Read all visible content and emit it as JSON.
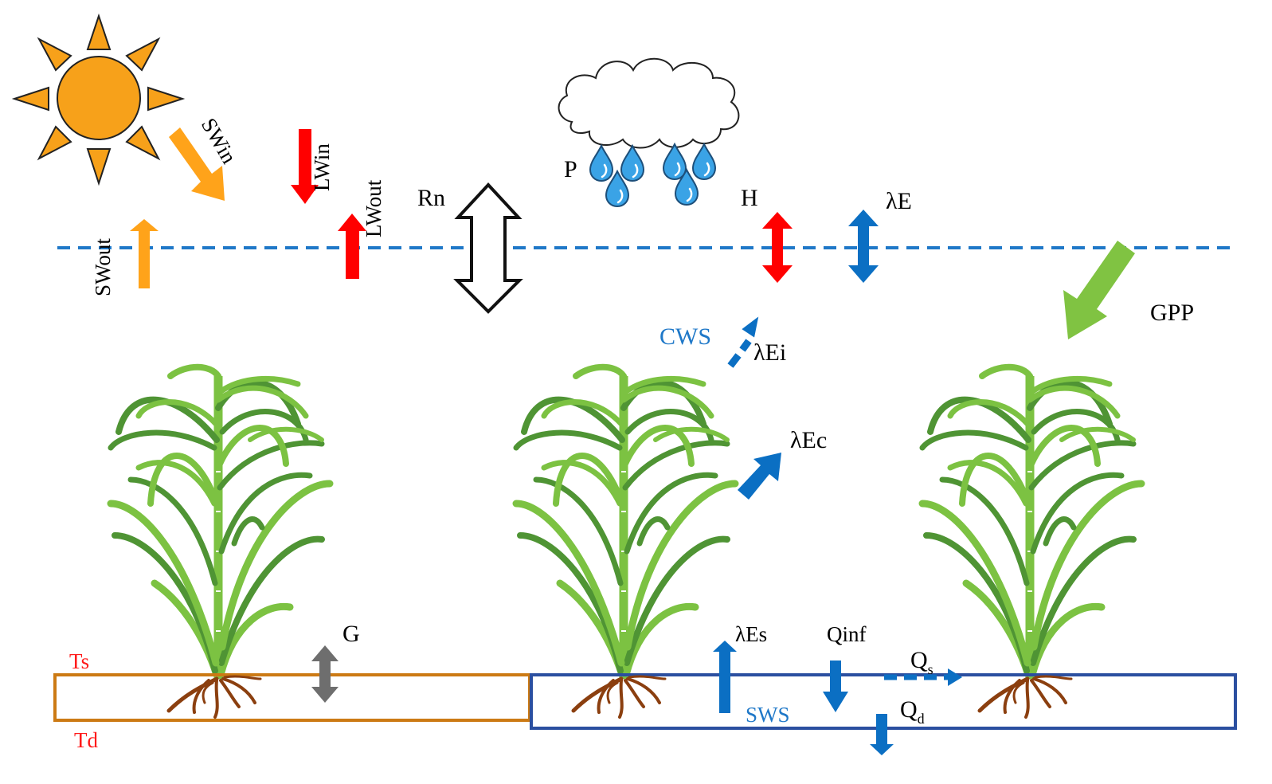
{
  "title": "Land surface energy, water and carbon flux diagram",
  "colors": {
    "sun": "#f7a11a",
    "shortwave": "#ffa31a",
    "longwave": "#ff0000",
    "water_flux": "#0b6fc3",
    "ground_flux": "#6e6e6e",
    "gpp": "#80c342",
    "reference_line": "#1f78c8",
    "dry_soil_box": "#cc7a14",
    "wet_soil_box": "#2b4fa0",
    "temperature_label": "#ff1a1a",
    "storage_label": "#1f78c8"
  },
  "labels": {
    "sw_in": "SWin",
    "sw_out": "SWout",
    "lw_in": "LWin",
    "lw_out": "LWout",
    "rn": "Rn",
    "precipitation": "P",
    "sensible_heat": "H",
    "latent_heat": "λE",
    "gpp": "GPP",
    "canopy_water_storage": "CWS",
    "interception_evaporation": "λEi",
    "canopy_transpiration": "λEc",
    "ground_heat": "G",
    "surface_temp": "Ts",
    "deep_temp": "Td",
    "soil_evaporation": "λEs",
    "infiltration": "Qinf",
    "surface_runoff_base": "Q",
    "surface_runoff_sub": "s",
    "drainage_base": "Q",
    "drainage_sub": "d",
    "soil_water_storage": "SWS"
  },
  "icons": [
    "sun-icon",
    "cloud-icon",
    "raindrop-icon",
    "plant-icon",
    "roots-icon"
  ]
}
